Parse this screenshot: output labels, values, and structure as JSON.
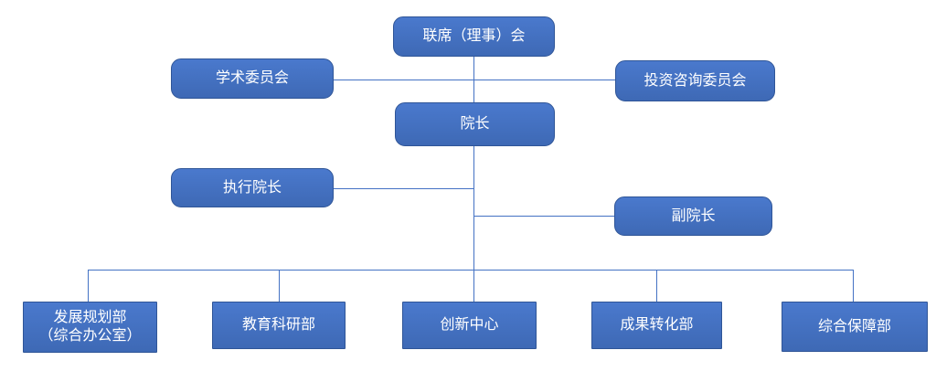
{
  "page": {
    "background": "#ffffff",
    "description": "Organizational structure chart"
  },
  "colors": {
    "box_fill_top": "#4a79cd",
    "box_fill_bottom": "#3e69b5",
    "box_border": "#2f5597",
    "connector": "#4472c4",
    "text": "#ffffff"
  },
  "org_chart": {
    "nodes": [
      {
        "id": "joint-council",
        "label": "联席（理事）会",
        "shape": "rounded"
      },
      {
        "id": "academic-committee",
        "label": "学术委员会",
        "shape": "rounded"
      },
      {
        "id": "investment-advisory-committee",
        "label": "投资咨询委员会",
        "shape": "rounded"
      },
      {
        "id": "dean",
        "label": "院长",
        "shape": "rounded"
      },
      {
        "id": "executive-dean",
        "label": "执行院长",
        "shape": "rounded"
      },
      {
        "id": "vice-dean",
        "label": "副院长",
        "shape": "rounded"
      },
      {
        "id": "development-planning-dept",
        "label_line1": "发展规划部",
        "label_line2": "（综合办公室）",
        "shape": "rect"
      },
      {
        "id": "education-research-dept",
        "label": "教育科研部",
        "shape": "rect"
      },
      {
        "id": "innovation-center",
        "label": "创新中心",
        "shape": "rect"
      },
      {
        "id": "achievement-transformation-dept",
        "label": "成果转化部",
        "shape": "rect"
      },
      {
        "id": "general-support-dept",
        "label": "综合保障部",
        "shape": "rect"
      }
    ],
    "edges": [
      {
        "from": "joint-council",
        "to": "dean"
      },
      {
        "from": "joint-council",
        "to": "academic-committee"
      },
      {
        "from": "joint-council",
        "to": "investment-advisory-committee"
      },
      {
        "from": "dean",
        "to": "executive-dean"
      },
      {
        "from": "dean",
        "to": "vice-dean"
      },
      {
        "from": "dean",
        "to": "development-planning-dept"
      },
      {
        "from": "dean",
        "to": "education-research-dept"
      },
      {
        "from": "dean",
        "to": "innovation-center"
      },
      {
        "from": "dean",
        "to": "achievement-transformation-dept"
      },
      {
        "from": "dean",
        "to": "general-support-dept"
      }
    ]
  }
}
